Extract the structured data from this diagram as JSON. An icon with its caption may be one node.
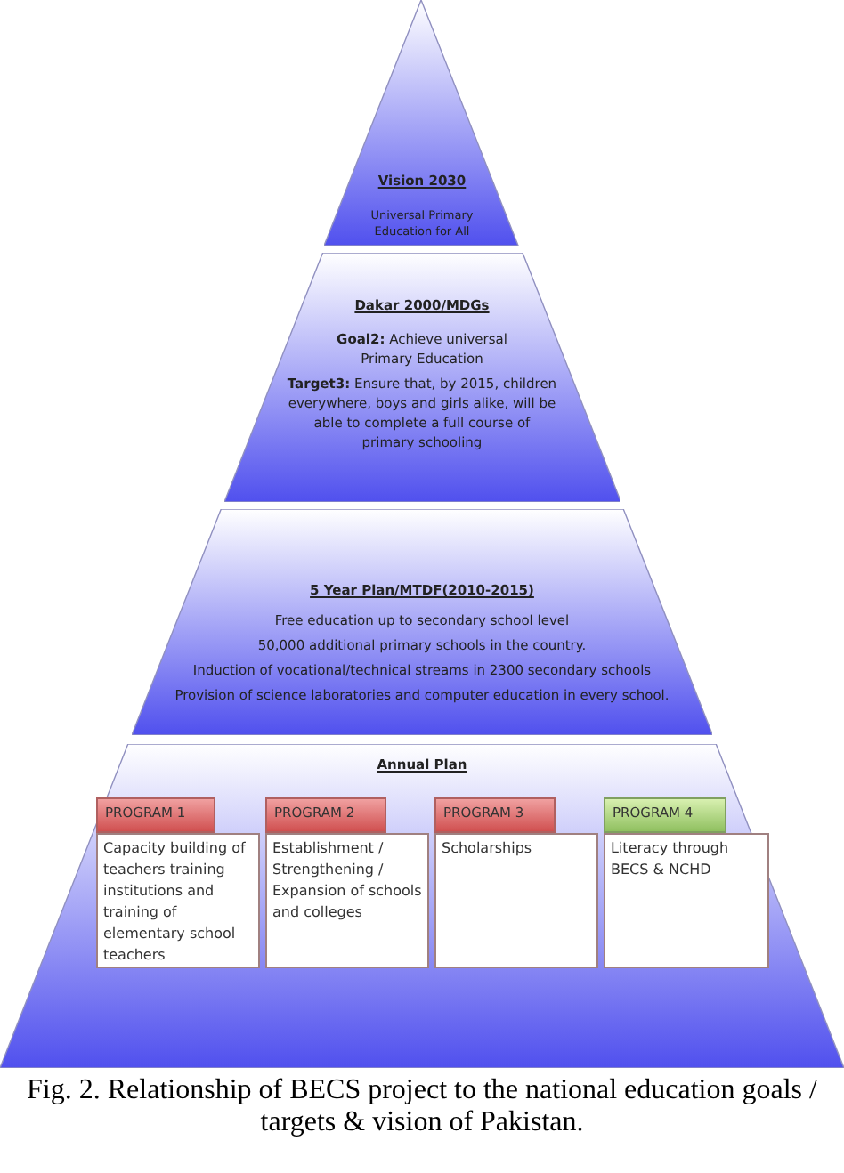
{
  "diagram": {
    "caption": "Fig. 2. Relationship of BECS project to the national education goals / targets & vision of Pakistan.",
    "nodes": [
      {
        "text": [
          "Vision 2030",
          "Universal Primary Education for All"
        ]
      },
      {
        "text": [
          "Dakar 2000/MDGs",
          "**Goal2:** Achieve universal Primary Education",
          "**Target3:** Ensure that, by 2015, children everywhere, boys and girls alike, will be able to complete a full course of primary schooling"
        ]
      },
      {
        "text": [
          "5 Year Plan/MTDF(2010-2015)",
          "Free education up to secondary school level",
          "50,000 additional primary schools in the country.",
          "Induction of vocational/technical streams in 2300 secondary schools",
          "Provision of science laboratories and computer education in every school."
        ]
      },
      {
        "text": [
          "Annual Plan"
        ]
      },
      {
        "text": [
          "PROGRAM 1"
        ],
        "in": 3
      },
      {
        "text": [
          "Capacity building of teachers training institutions and training of elementary school teachers"
        ],
        "in": 3
      },
      {
        "text": [
          "PROGRAM 2"
        ],
        "in": 3
      },
      {
        "text": [
          "Establishment / Strengthening / Expansion of schools and colleges"
        ],
        "in": 3
      },
      {
        "text": [
          "PROGRAM 3"
        ],
        "in": 3
      },
      {
        "text": [
          "Scholarships"
        ],
        "in": 3
      },
      {
        "text": [
          "PROGRAM 4"
        ],
        "in": 3
      },
      {
        "text": [
          "Literacy through BECS & NCHD"
        ],
        "in": 3
      }
    ],
    "edges": []
  }
}
